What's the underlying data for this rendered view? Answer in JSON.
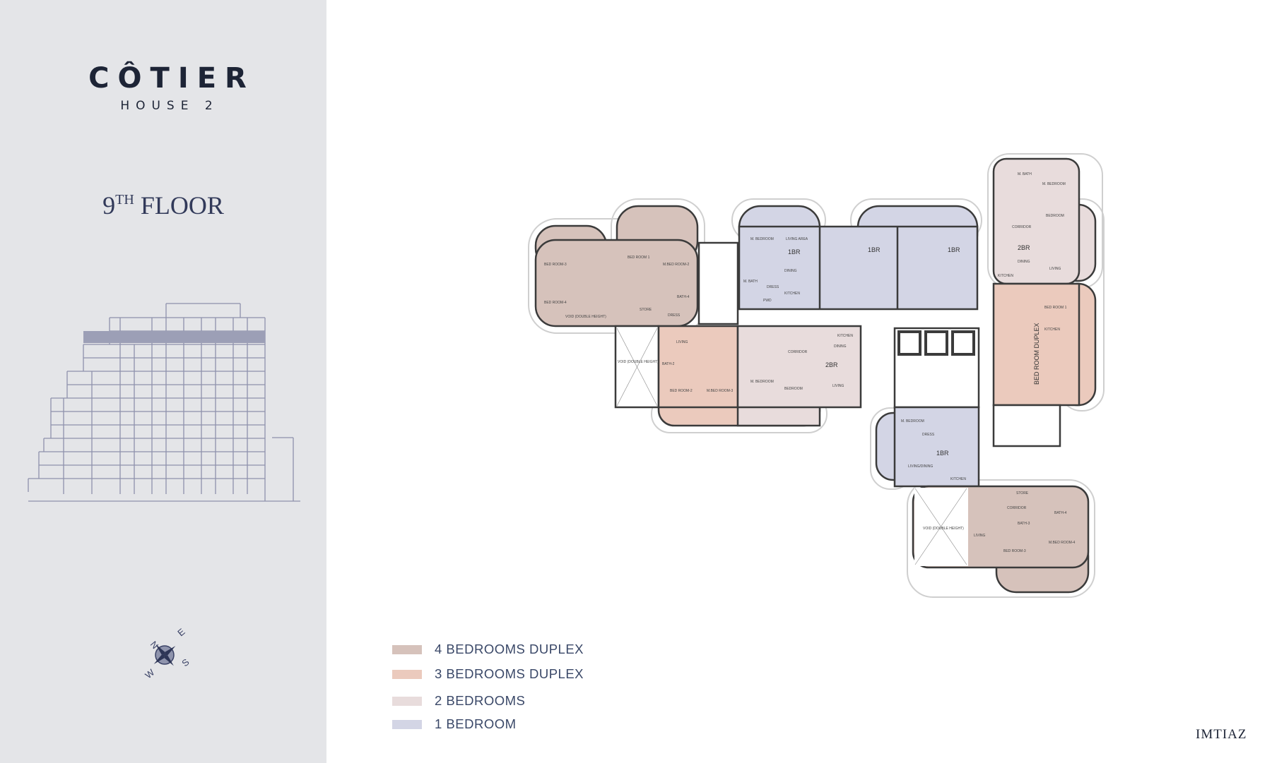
{
  "brand": {
    "name": "CÔTIER",
    "subtitle": "HOUSE 2"
  },
  "floor": {
    "number": "9",
    "suffix": "TH",
    "label": "FLOOR"
  },
  "compass": {
    "n": "N",
    "e": "E",
    "s": "S",
    "w": "W"
  },
  "legend": [
    {
      "label": "4 BEDROOMS DUPLEX",
      "color": "#d6c2bb"
    },
    {
      "label": "3 BEDROOMS DUPLEX",
      "color": "#ebcabd"
    },
    {
      "label": "2 BEDROOMS",
      "color": "#e8dcdc"
    },
    {
      "label": "1 BEDROOM",
      "color": "#d3d5e5"
    }
  ],
  "floorplan": {
    "units": [
      "1BR",
      "1BR",
      "1BR",
      "2BR",
      "2BR",
      "1BR",
      "BED ROOM DUPLEX"
    ],
    "rooms": [
      "BED ROOM-3",
      "BED ROOM-4",
      "BED ROOM 1",
      "M.BED ROOM-2",
      "STORE",
      "DRESS",
      "BATH-4",
      "VOID (DOUBLE HEIGHT)",
      "M. BEDROOM",
      "LIVING AREA",
      "DINING",
      "KITCHEN",
      "M. BATH",
      "DRESS",
      "PWD",
      "LIVING",
      "BATH-2",
      "BED ROOM-2",
      "M.BED ROOM-3",
      "M. BEDROOM",
      "BEDROOM",
      "CORRIDOR",
      "KITCHEN",
      "DINING",
      "LIVING",
      "M. BEDROOM",
      "M. BATH",
      "BEDROOM",
      "CORRIDOR",
      "DINING",
      "LIVING",
      "KITCHEN",
      "BED ROOM 1",
      "KITCHEN",
      "M. BEDROOM",
      "DRESS",
      "LIVING/DINING",
      "KITCHEN",
      "VOID (DOUBLE HEIGHT)",
      "LIVING",
      "STORE",
      "CORRIDOR",
      "BATH-3",
      "BED ROOM-3",
      "M.BED ROOM-4",
      "BATH-4",
      "VOID (DOUBLE HEIGHT)"
    ]
  },
  "footer": {
    "logo": "IMTIAZ"
  }
}
